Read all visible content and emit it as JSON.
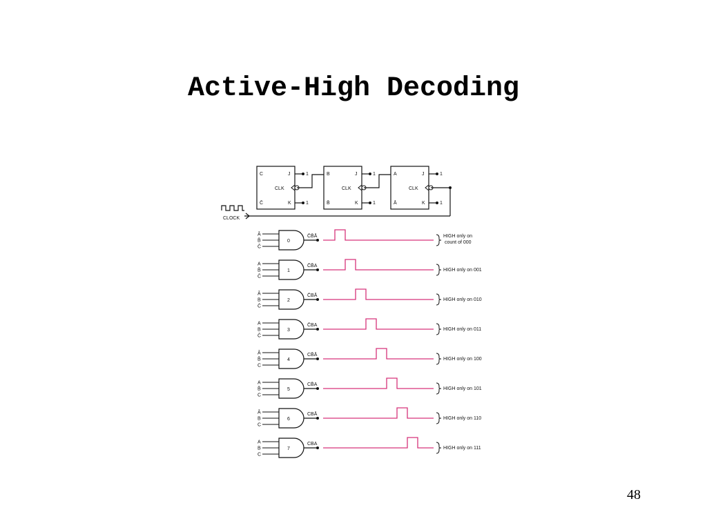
{
  "title": "Active-High Decoding",
  "page_number": "48",
  "colors": {
    "waveform": "#d6337a",
    "line": "#111111",
    "background": "#ffffff"
  },
  "flipflops": [
    {
      "q_label": "C",
      "qbar_label": "C̄",
      "j_label": "J",
      "k_label": "K",
      "clk_label": "CLK",
      "j_input": "1",
      "k_input": "1"
    },
    {
      "q_label": "B",
      "qbar_label": "B̄",
      "j_label": "J",
      "k_label": "K",
      "clk_label": "CLK",
      "j_input": "1",
      "k_input": "1"
    },
    {
      "q_label": "A",
      "qbar_label": "Ā",
      "j_label": "J",
      "k_label": "K",
      "clk_label": "CLK",
      "j_input": "1",
      "k_input": "1"
    }
  ],
  "clock_label": "CLOCK",
  "gates": [
    {
      "number": "0",
      "inputs": [
        "Ā",
        "B̄",
        "C̄"
      ],
      "output": "C̄B̄Ā",
      "pulse": 0,
      "note": "HIGH only on",
      "note2": "count of 000"
    },
    {
      "number": "1",
      "inputs": [
        "A",
        "B̄",
        "C̄"
      ],
      "output": "C̄B̄A",
      "pulse": 1,
      "note": "HIGH only on 001",
      "note2": ""
    },
    {
      "number": "2",
      "inputs": [
        "Ā",
        "B",
        "C̄"
      ],
      "output": "C̄BĀ",
      "pulse": 2,
      "note": "HIGH only on 010",
      "note2": ""
    },
    {
      "number": "3",
      "inputs": [
        "A",
        "B",
        "C̄"
      ],
      "output": "C̄BA",
      "pulse": 3,
      "note": "HIGH only on 011",
      "note2": ""
    },
    {
      "number": "4",
      "inputs": [
        "Ā",
        "B̄",
        "C"
      ],
      "output": "CB̄Ā",
      "pulse": 4,
      "note": "HIGH only on 100",
      "note2": ""
    },
    {
      "number": "5",
      "inputs": [
        "A",
        "B̄",
        "C"
      ],
      "output": "CB̄A",
      "pulse": 5,
      "note": "HIGH only on 101",
      "note2": ""
    },
    {
      "number": "6",
      "inputs": [
        "Ā",
        "B",
        "C"
      ],
      "output": "CBĀ",
      "pulse": 6,
      "note": "HIGH only on 110",
      "note2": ""
    },
    {
      "number": "7",
      "inputs": [
        "A",
        "B",
        "C"
      ],
      "output": "CBA",
      "pulse": 7,
      "note": "HIGH only on 111",
      "note2": ""
    }
  ]
}
